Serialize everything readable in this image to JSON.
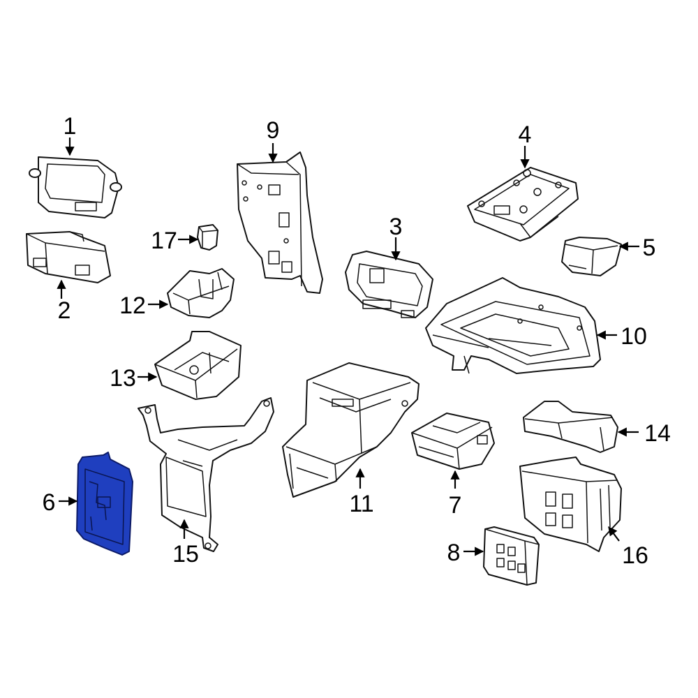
{
  "highlight_color": "#1f3fbf",
  "callouts": [
    {
      "id": "1",
      "label": "1"
    },
    {
      "id": "2",
      "label": "2"
    },
    {
      "id": "3",
      "label": "3"
    },
    {
      "id": "4",
      "label": "4"
    },
    {
      "id": "5",
      "label": "5"
    },
    {
      "id": "6",
      "label": "6",
      "highlighted": true
    },
    {
      "id": "7",
      "label": "7"
    },
    {
      "id": "8",
      "label": "8"
    },
    {
      "id": "9",
      "label": "9"
    },
    {
      "id": "10",
      "label": "10"
    },
    {
      "id": "11",
      "label": "11"
    },
    {
      "id": "12",
      "label": "12"
    },
    {
      "id": "13",
      "label": "13"
    },
    {
      "id": "14",
      "label": "14"
    },
    {
      "id": "15",
      "label": "15"
    },
    {
      "id": "16",
      "label": "16"
    },
    {
      "id": "17",
      "label": "17"
    }
  ]
}
